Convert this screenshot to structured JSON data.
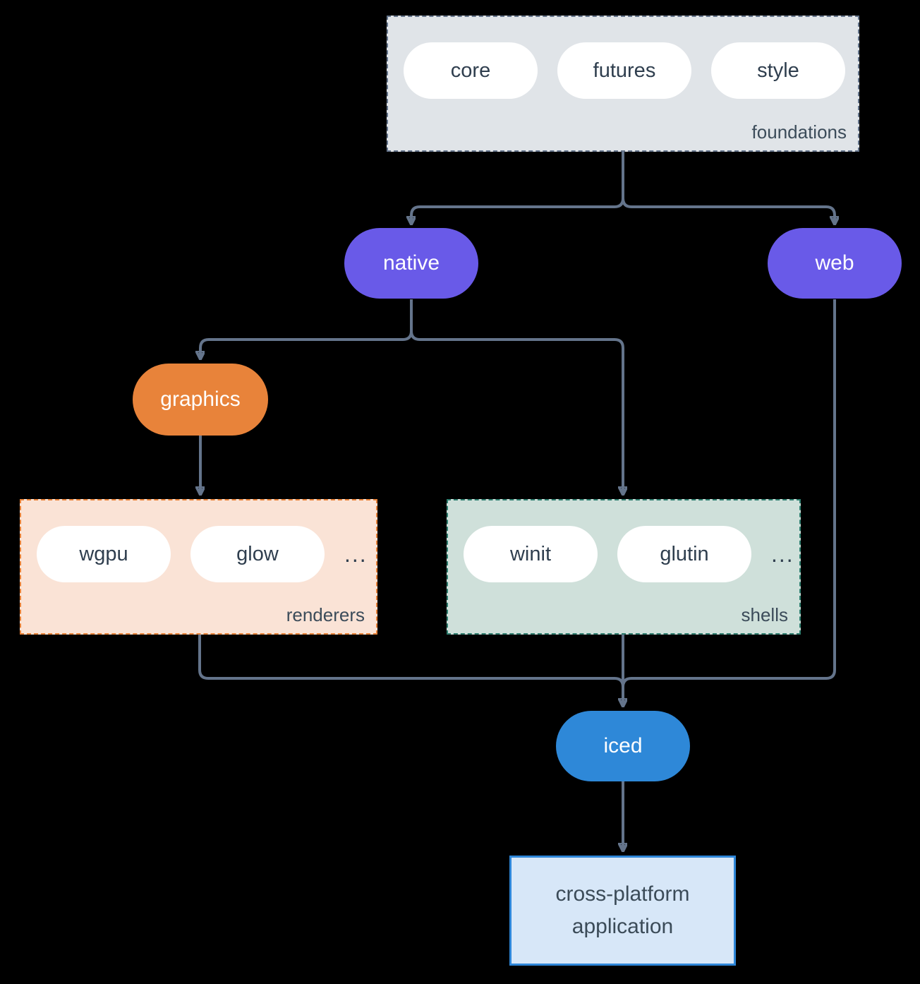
{
  "colors": {
    "background": "#000000",
    "connector": "#64748B",
    "purple": "#695AE8",
    "orange": "#E8833A",
    "blue": "#2E88D8",
    "foundations_fill": "#E0E4E8",
    "renderers_fill": "#FAE3D6",
    "shells_fill": "#CFE0DA",
    "app_fill": "#D7E7F8",
    "app_border": "#2E86D8",
    "shells_border": "#2E7D6E",
    "node_text": "#2F3E4E"
  },
  "foundations": {
    "label": "foundations",
    "pills": [
      "core",
      "futures",
      "style"
    ]
  },
  "native": {
    "label": "native"
  },
  "web": {
    "label": "web"
  },
  "graphics": {
    "label": "graphics"
  },
  "renderers": {
    "label": "renderers",
    "pills": [
      "wgpu",
      "glow"
    ],
    "ellipsis": "..."
  },
  "shells": {
    "label": "shells",
    "pills": [
      "winit",
      "glutin"
    ],
    "ellipsis": "..."
  },
  "iced": {
    "label": "iced"
  },
  "application": {
    "lines": [
      "cross-platform",
      "application"
    ]
  }
}
